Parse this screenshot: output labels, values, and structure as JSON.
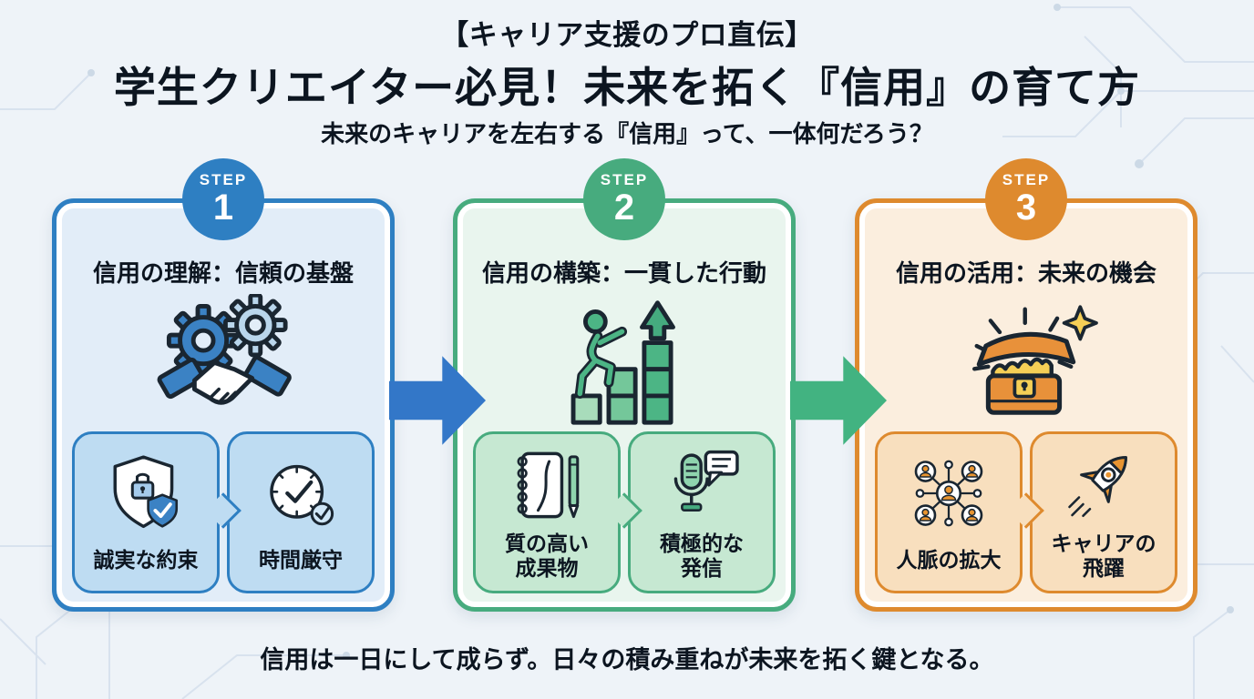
{
  "header": {
    "kicker": "【キャリア支援のプロ直伝】",
    "title": "学生クリエイター必見！未来を拓く『信用』の育て方",
    "subtitle": "未来のキャリアを左右する『信用』って、一体何だろう？"
  },
  "steps": [
    {
      "badge": {
        "label": "STEP",
        "number": "1"
      },
      "title": "信用の理解：信頼の基盤",
      "icon": "handshake-gears-icon",
      "accent": "#2e7fc2",
      "card_bg": "#e2edf8",
      "chip_bg": "#bedcf2",
      "items": [
        {
          "label": "誠実な約束",
          "icon": "shield-lock-check-icon"
        },
        {
          "label": "時間厳守",
          "icon": "clock-check-icon"
        }
      ]
    },
    {
      "badge": {
        "label": "STEP",
        "number": "2"
      },
      "title": "信用の構築：一貫した行動",
      "icon": "climbing-growth-icon",
      "accent": "#47ab7e",
      "card_bg": "#e9f5ee",
      "chip_bg": "#c6e8d2",
      "items": [
        {
          "label": "質の高い\n成果物",
          "icon": "notebook-pen-icon"
        },
        {
          "label": "積極的な\n発信",
          "icon": "microphone-speech-icon"
        }
      ]
    },
    {
      "badge": {
        "label": "STEP",
        "number": "3"
      },
      "title": "信用の活用：未来の機会",
      "icon": "treasure-chest-icon",
      "accent": "#de8a2e",
      "card_bg": "#fbeede",
      "chip_bg": "#f8dfbe",
      "items": [
        {
          "label": "人脈の拡大",
          "icon": "network-people-icon"
        },
        {
          "label": "キャリアの\n飛躍",
          "icon": "rocket-icon"
        }
      ]
    }
  ],
  "arrows": [
    {
      "color": "#3377c8"
    },
    {
      "color": "#42b381"
    }
  ],
  "footer": {
    "caption": "信用は一日にして成らず。日々の積み重ねが未来を拓く鍵となる。"
  },
  "colors": {
    "background": "#eef3f8",
    "ink": "#0c1520",
    "blue": "#2e7fc2",
    "green": "#47ab7e",
    "orange": "#de8a2e",
    "gold": "#f5cf56"
  }
}
